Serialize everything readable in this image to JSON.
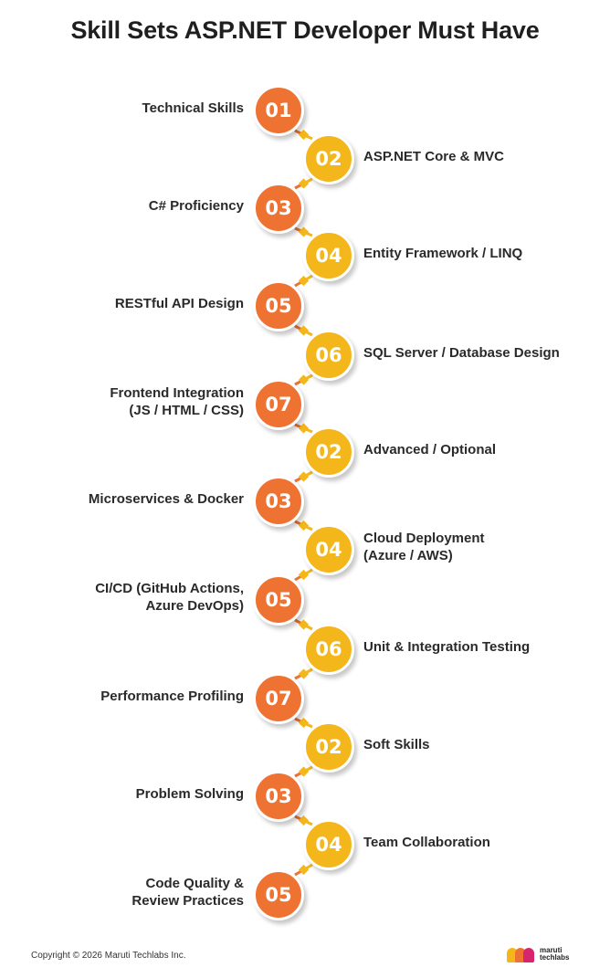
{
  "title": "Skill Sets ASP.NET Developer Must Have",
  "colors": {
    "orange": "#ee7231",
    "yellow": "#f4b71b"
  },
  "steps": [
    {
      "number": "01",
      "label_lines": [
        "Technical Skills"
      ],
      "side": "left",
      "color": "orange"
    },
    {
      "number": "02",
      "label_lines": [
        "ASP.NET Core & MVC"
      ],
      "side": "right",
      "color": "yellow"
    },
    {
      "number": "03",
      "label_lines": [
        "C# Proficiency"
      ],
      "side": "left",
      "color": "orange"
    },
    {
      "number": "04",
      "label_lines": [
        "Entity Framework / LINQ"
      ],
      "side": "right",
      "color": "yellow"
    },
    {
      "number": "05",
      "label_lines": [
        "RESTful API Design"
      ],
      "side": "left",
      "color": "orange"
    },
    {
      "number": "06",
      "label_lines": [
        "SQL Server / Database Design"
      ],
      "side": "right",
      "color": "yellow"
    },
    {
      "number": "07",
      "label_lines": [
        "Frontend Integration",
        "(JS / HTML / CSS)"
      ],
      "side": "left",
      "color": "orange"
    },
    {
      "number": "02",
      "label_lines": [
        "Advanced / Optional"
      ],
      "side": "right",
      "color": "yellow"
    },
    {
      "number": "03",
      "label_lines": [
        "Microservices & Docker"
      ],
      "side": "left",
      "color": "orange"
    },
    {
      "number": "04",
      "label_lines": [
        "Cloud Deployment",
        "(Azure / AWS)"
      ],
      "side": "right",
      "color": "yellow"
    },
    {
      "number": "05",
      "label_lines": [
        "CI/CD (GitHub Actions,",
        "Azure DevOps)"
      ],
      "side": "left",
      "color": "orange"
    },
    {
      "number": "06",
      "label_lines": [
        "Unit & Integration Testing"
      ],
      "side": "right",
      "color": "yellow"
    },
    {
      "number": "07",
      "label_lines": [
        "Performance Profiling"
      ],
      "side": "left",
      "color": "orange"
    },
    {
      "number": "02",
      "label_lines": [
        "Soft Skills"
      ],
      "side": "right",
      "color": "yellow"
    },
    {
      "number": "03",
      "label_lines": [
        "Problem Solving"
      ],
      "side": "left",
      "color": "orange"
    },
    {
      "number": "04",
      "label_lines": [
        "Team Collaboration"
      ],
      "side": "right",
      "color": "yellow"
    },
    {
      "number": "05",
      "label_lines": [
        "Code Quality &",
        "Review Practices"
      ],
      "side": "left",
      "color": "orange"
    }
  ],
  "footer": {
    "copyright": "Copyright © 2026 Maruti Techlabs Inc.",
    "logo_line1": "maruti",
    "logo_line2": "techlabs"
  }
}
